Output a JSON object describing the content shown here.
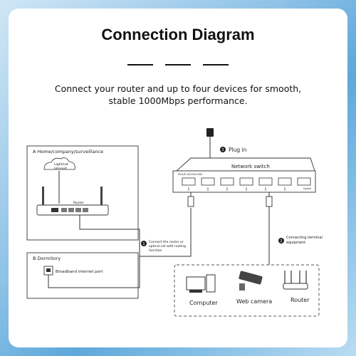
{
  "header": {
    "title": "Connection Diagram",
    "subtitle_line1": "Connect your router and up to four devices for smooth,",
    "subtitle_line2": "stable 1000Mbps performance."
  },
  "diagram": {
    "home_box_label": "A Home/company/surveillance",
    "cloud_label_1": "Light/cat",
    "cloud_label_2": "Internet",
    "router_label": "Router",
    "dorm_box_label": "B Dormitory",
    "dorm_port_label": "Broadband internet port",
    "switch_label": "Network switch",
    "switch_port_text": "IPv4/6  10/100/1000",
    "switch_uplink_text": "Uplink",
    "step3_number": "3",
    "step3_label": "Plug in",
    "step1_number": "1",
    "step1_line1": "Connect the router or",
    "step1_line2": "optical cat with routing",
    "step1_line3": "function",
    "step2_number": "2",
    "step2_line1": "Connecting terminal",
    "step2_line2": "equipment",
    "device_computer": "Computer",
    "device_webcam": "Web camera",
    "device_router": "Router"
  },
  "colors": {
    "line": "#222222",
    "background_accent": "#5ea8db"
  }
}
